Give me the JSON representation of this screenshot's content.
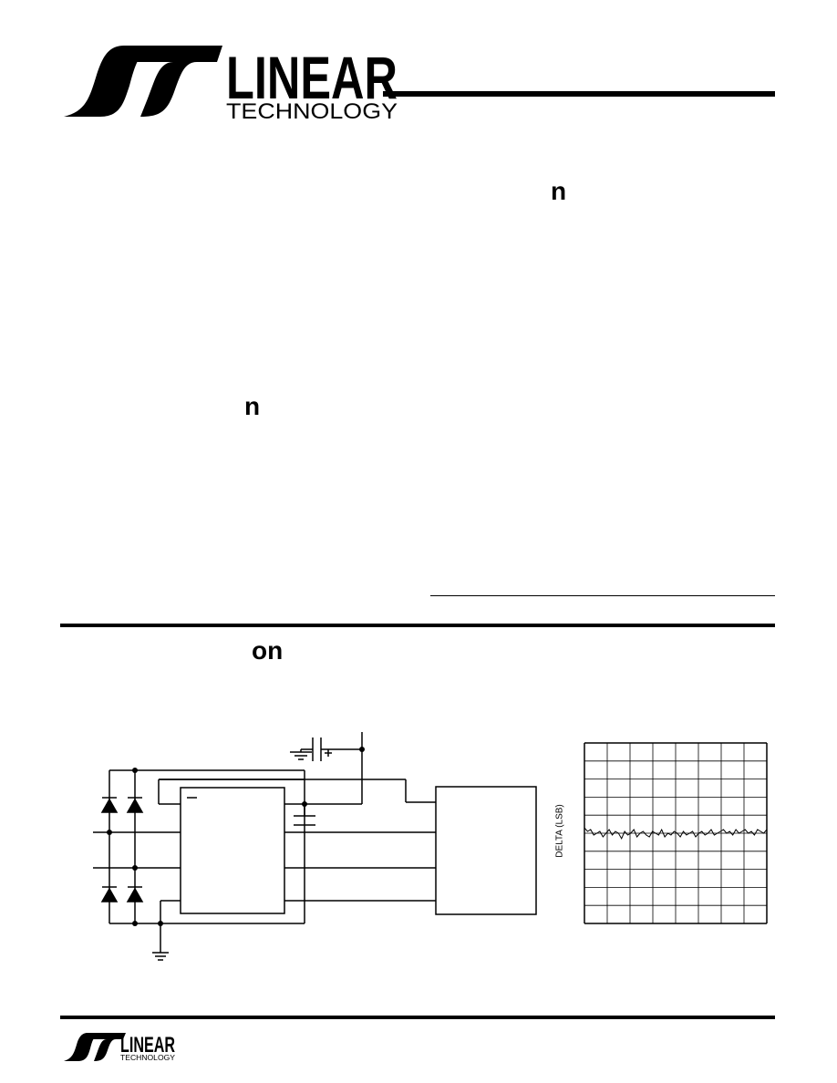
{
  "header": {
    "logo_word": "LINEAR",
    "logo_sub": "TECHNOLOGY"
  },
  "glyphs": {
    "features_mark": "n",
    "applications_mark": "n",
    "typical_app_mark": "on"
  },
  "chart": {
    "ylabel": "DELTA (LSB)"
  },
  "footer": {
    "logo_word": "LINEAR",
    "logo_sub": "TECHNOLOGY"
  },
  "chart_data": {
    "type": "line",
    "xlabel": "",
    "ylabel": "DELTA (LSB)",
    "grid": true,
    "grid_divisions": {
      "x": 8,
      "y": 10
    },
    "ylim": [
      -5,
      5
    ],
    "series": [
      {
        "values": [
          0.3,
          0.1,
          0.2,
          -0.1,
          0.0,
          0.1,
          -0.2,
          0.0,
          0.2,
          -0.1,
          0.1,
          0.0,
          -0.3,
          0.1,
          -0.1,
          0.0,
          0.2,
          -0.2,
          0.0,
          0.1,
          -0.1,
          -0.2,
          0.1,
          0.0,
          -0.1,
          0.2,
          -0.2,
          0.0,
          -0.1,
          0.1,
          0.0,
          -0.2,
          0.1,
          -0.1,
          0.0,
          0.1,
          -0.2,
          0.0,
          0.1,
          -0.1,
          0.0,
          0.2,
          -0.1,
          0.0,
          0.1,
          0.2,
          0.0,
          0.1,
          -0.1,
          0.2,
          0.0,
          0.1,
          0.2,
          0.0,
          0.1,
          -0.1,
          0.2,
          0.1,
          0.0,
          0.2
        ]
      }
    ]
  }
}
